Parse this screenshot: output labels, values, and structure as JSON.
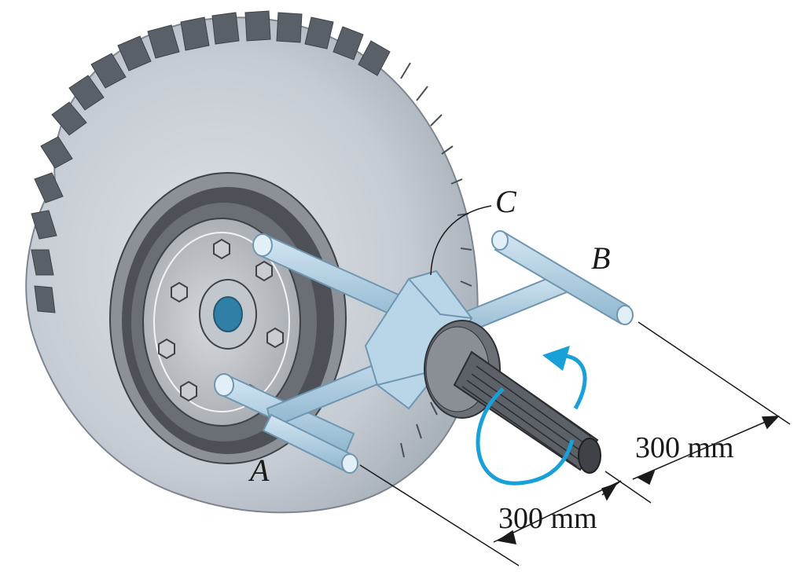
{
  "labels": {
    "point_a": "A",
    "point_b": "B",
    "point_c": "C"
  },
  "dimensions": {
    "top": "300 mm",
    "bottom": "300 mm"
  },
  "colors": {
    "tire": "#c6ccd3",
    "tire_shade": "#a9b1ba",
    "tread": "#5a6068",
    "rim_dark": "#4d5157",
    "wrench": "#aecde0",
    "wrench_edge": "#6f96b0",
    "arrow": "#1aa0d8",
    "ink": "#1a1a1a"
  }
}
